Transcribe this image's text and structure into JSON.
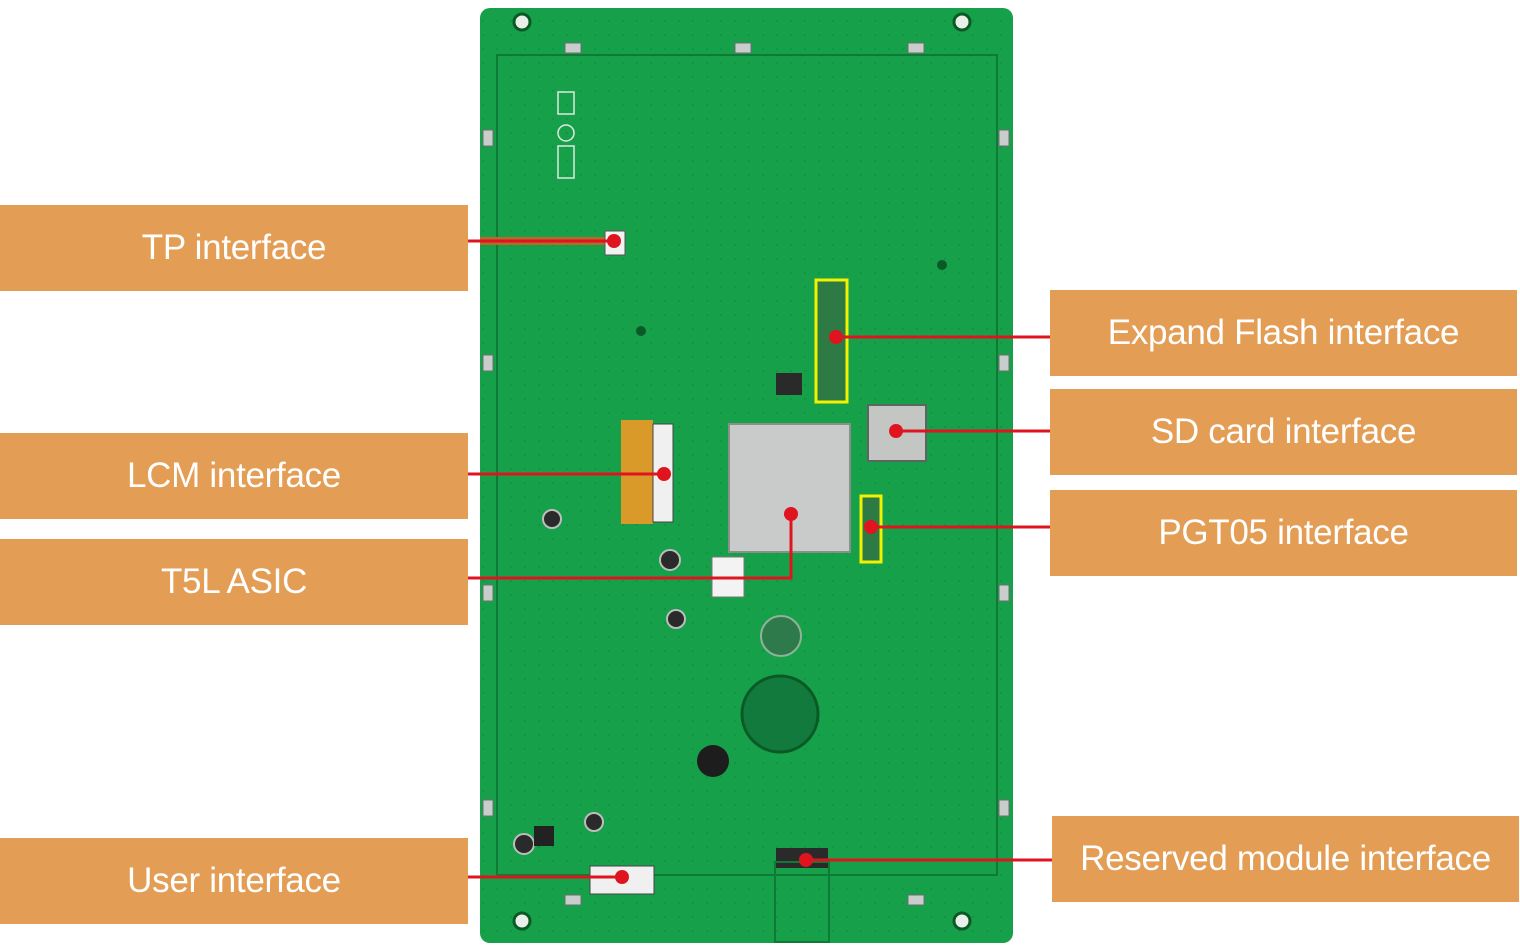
{
  "labels": {
    "tp": "TP interface",
    "lcm": "LCM interface",
    "t5l": "T5L ASIC",
    "user": "User interface",
    "flash": "Expand Flash interface",
    "sd": "SD card interface",
    "pgt05": "PGT05 interface",
    "reserved": "Reserved module interface"
  },
  "colors": {
    "label_bg": "#e49d54",
    "label_text": "#ffffff",
    "leader_line": "#e0141e",
    "board": "#17a04a",
    "board_edge": "#0e7a36",
    "highlight": "#f2f200"
  }
}
